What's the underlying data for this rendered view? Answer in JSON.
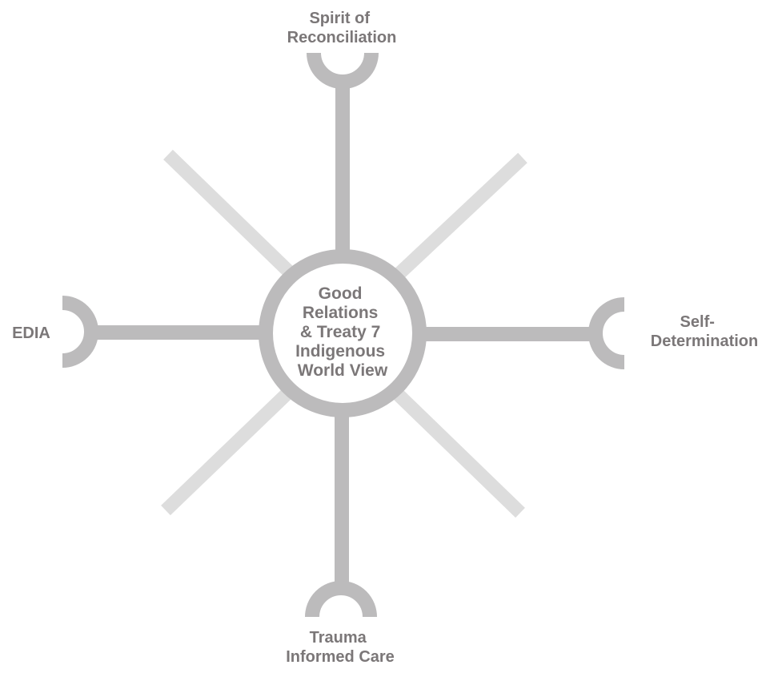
{
  "center": {
    "lines": [
      "Good",
      "Relations",
      "& Treaty 7",
      "Indigenous",
      "World View"
    ]
  },
  "nodes": {
    "top": {
      "lines": [
        "Spirit of",
        "Reconciliation"
      ]
    },
    "right": {
      "lines": [
        "Self-",
        "Determination"
      ]
    },
    "bottom": {
      "lines": [
        "Trauma",
        "Informed Care"
      ]
    },
    "left": {
      "lines": [
        "EDIA"
      ]
    }
  },
  "colors": {
    "primary": "#bcbbbc",
    "secondary": "#dddddd",
    "text": "#7b7778"
  }
}
